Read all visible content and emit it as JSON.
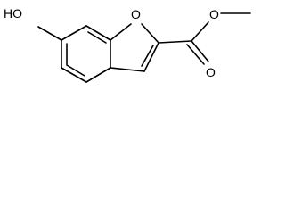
{
  "molecule": {
    "atoms": {
      "hydroxyl": "HO",
      "ring_oxygen": "O",
      "carbonyl_oxygen": "O",
      "ester_oxygen": "O"
    },
    "colors": {
      "ink": "#000000",
      "background": "#ffffff"
    }
  }
}
